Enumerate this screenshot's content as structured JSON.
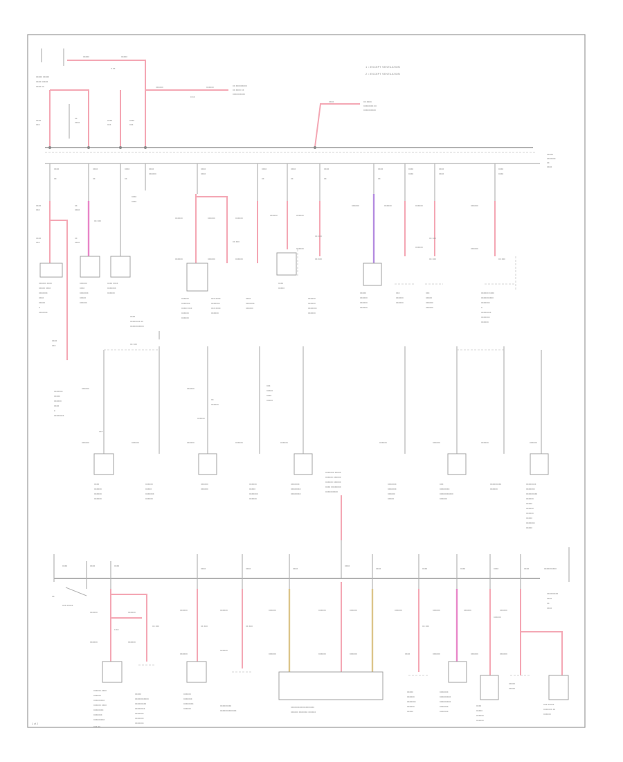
{
  "colors": {
    "pink": "#f4a7b4",
    "violet": "#b48be0",
    "magenta": "#e886c8",
    "tan": "#dcc58a",
    "gray": "#b4b4b4",
    "background": "#ffffff"
  },
  "legend": {
    "line1": "1 = EXCEPT VENTILATION",
    "line2": "2 = EXCEPT VENTILATION"
  },
  "page_number": "1 of 2"
}
